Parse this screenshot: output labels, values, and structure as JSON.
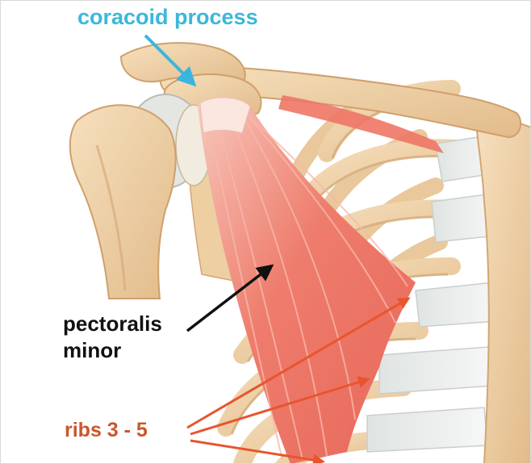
{
  "labels": {
    "coracoid": "coracoid process",
    "pectoralis_line1": "pectoralis",
    "pectoralis_line2": "minor",
    "ribs": "ribs 3 - 5"
  },
  "colors": {
    "coracoid_label": "#3bb8d8",
    "pectoralis_label": "#111111",
    "ribs_label": "#c8572b",
    "coracoid_arrow": "#39b6de",
    "pectoralis_arrow": "#111111",
    "ribs_arrows": "#e8552e",
    "bone": "#f2d7b0",
    "bone_shadow": "#d7ab79",
    "cartilage": "#eef0ef",
    "muscle": "#ef7a6d",
    "muscle_fiber": "#f6a79b"
  }
}
